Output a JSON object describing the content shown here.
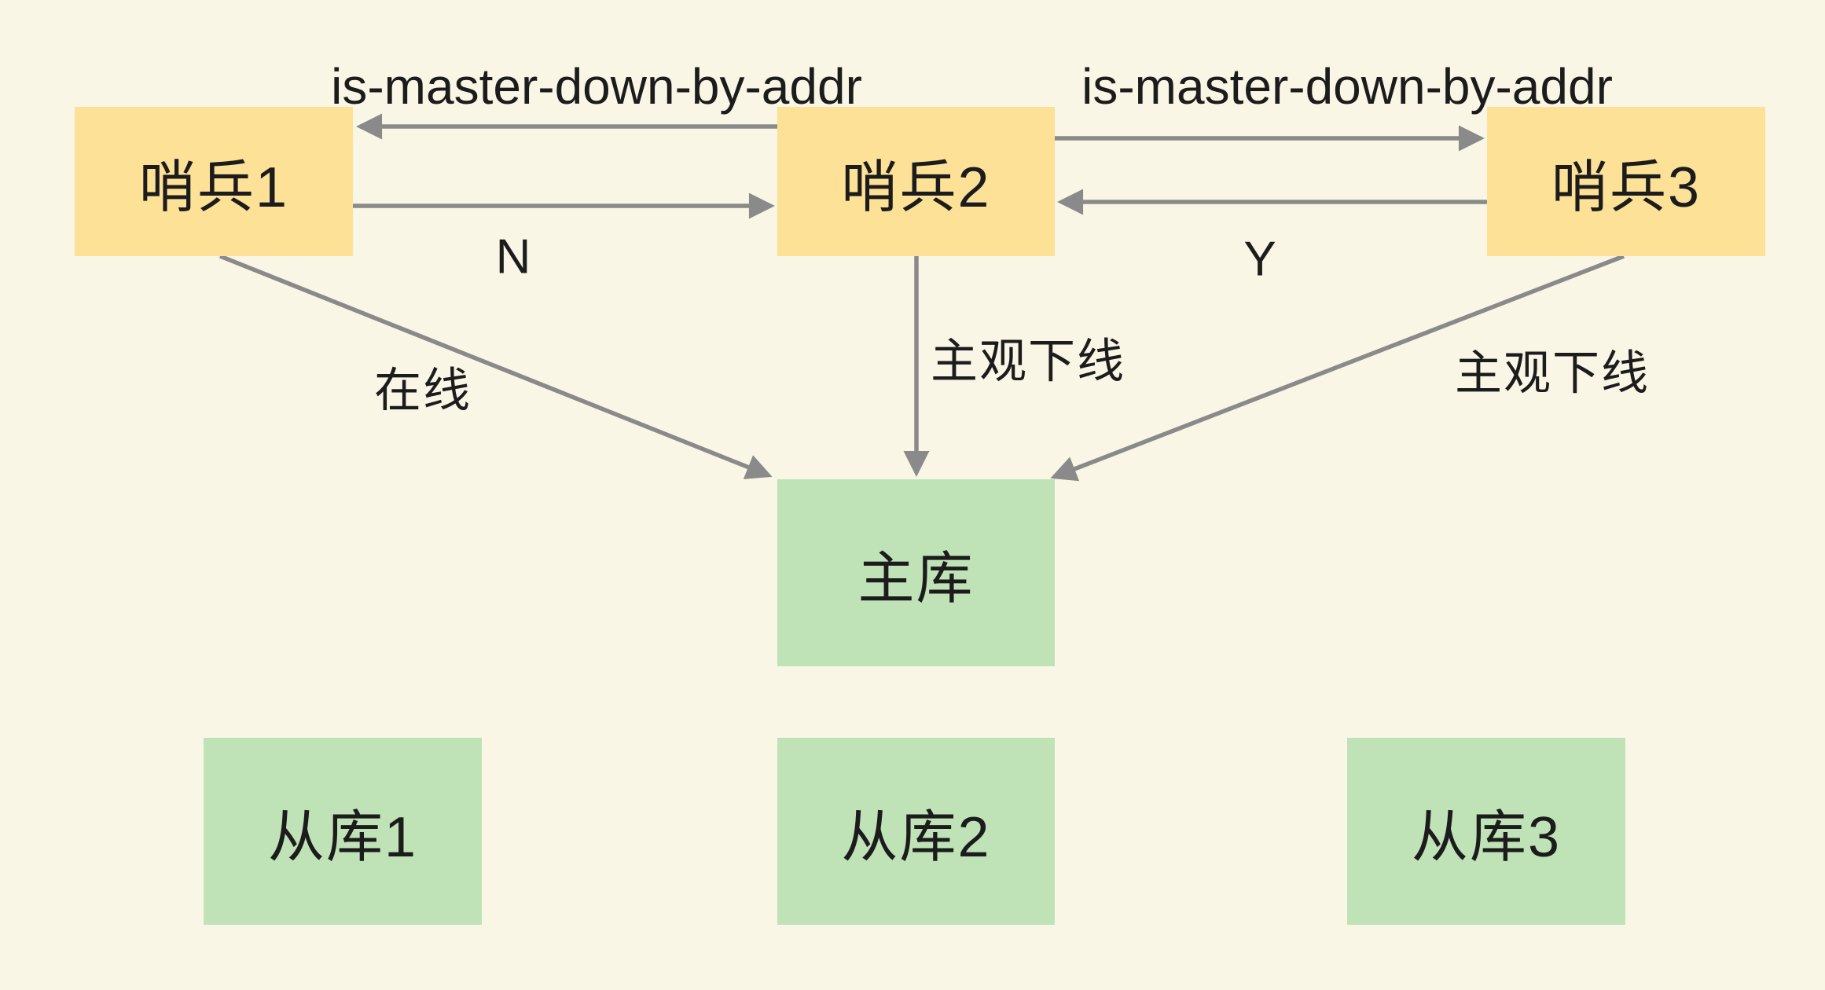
{
  "diagram": {
    "title_implied": "Redis sentinel subjective-down voting diagram",
    "background_color": "#faf6e6",
    "sentinel_fill_color": "#fce197",
    "database_fill_color": "#bfe3b7",
    "arrow_color": "#8a8a8a",
    "text_color": "#1c1c1c"
  },
  "nodes": {
    "sentinel1": {
      "label": "哨兵1"
    },
    "sentinel2": {
      "label": "哨兵2"
    },
    "sentinel3": {
      "label": "哨兵3"
    },
    "master": {
      "label": "主库"
    },
    "slave1": {
      "label": "从库1"
    },
    "slave2": {
      "label": "从库2"
    },
    "slave3": {
      "label": "从库3"
    }
  },
  "edge_labels": {
    "is_master_down_left": "is-master-down-by-addr",
    "is_master_down_right": "is-master-down-by-addr",
    "vote_no": "N",
    "vote_yes": "Y",
    "online": "在线",
    "subjective_down_mid": "主观下线",
    "subjective_down_right": "主观下线"
  }
}
